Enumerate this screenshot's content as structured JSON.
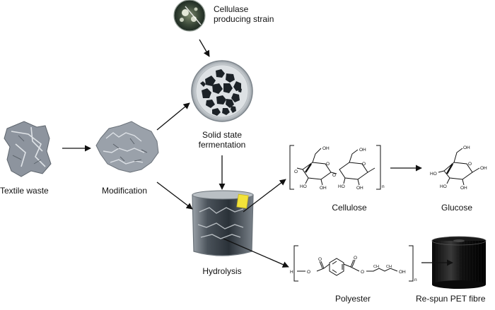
{
  "labels": {
    "strain_line1": "Cellulase",
    "strain_line2": "producing strain",
    "textile": "Textile waste",
    "modification": "Modification",
    "ssf_line1": "Solid state",
    "ssf_line2": "fermentation",
    "hydrolysis": "Hydrolysis",
    "cellulose": "Cellulose",
    "glucose": "Glucose",
    "polyester": "Polyester",
    "pet_fibre": "Re-spun PET fibre"
  },
  "chem": {
    "oh": "OH",
    "ho": "HO",
    "o": "O",
    "h": "H",
    "n": "n",
    "ch2": "CH",
    "sub2": "2"
  },
  "colors": {
    "text": "#111111",
    "arrow": "#111111",
    "textile_gray": "#8d949e",
    "petri_dark": "#1c2227",
    "fibre_black": "#141414",
    "sticky_yellow": "#f2e23a"
  }
}
